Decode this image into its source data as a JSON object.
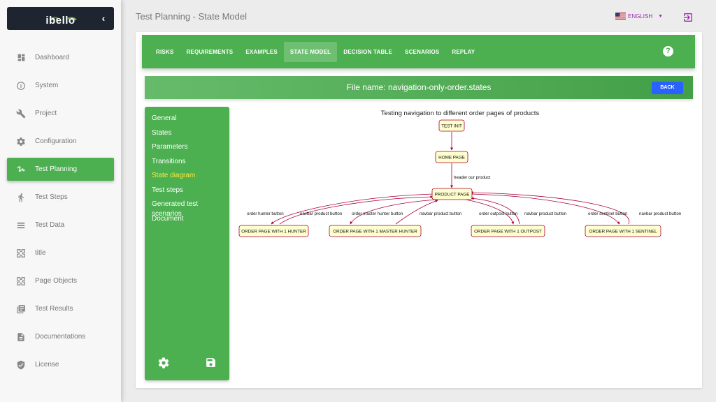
{
  "app": {
    "logo": "ibello",
    "page_title": "Test Planning - State Model",
    "language": "ENGLISH"
  },
  "sidebar": {
    "items": [
      {
        "label": "Dashboard",
        "icon": "dashboard-icon"
      },
      {
        "label": "System",
        "icon": "info-icon"
      },
      {
        "label": "Project",
        "icon": "wrench-icon"
      },
      {
        "label": "Configuration",
        "icon": "gear-icon"
      },
      {
        "label": "Test Planning",
        "icon": "gesture-icon",
        "active": true
      },
      {
        "label": "Test Steps",
        "icon": "walking-icon"
      },
      {
        "label": "Test Data",
        "icon": "list-icon"
      },
      {
        "label": "title",
        "icon": "puzzle-icon"
      },
      {
        "label": "Page Objects",
        "icon": "puzzle-icon"
      },
      {
        "label": "Test Results",
        "icon": "library-books-icon"
      },
      {
        "label": "Documentations",
        "icon": "document-icon"
      },
      {
        "label": "License",
        "icon": "shield-check-icon"
      }
    ]
  },
  "tabs": [
    {
      "label": "RISKS"
    },
    {
      "label": "REQUIREMENTS"
    },
    {
      "label": "EXAMPLES"
    },
    {
      "label": "STATE MODEL",
      "active": true
    },
    {
      "label": "DECISION TABLE"
    },
    {
      "label": "SCENARIOS"
    },
    {
      "label": "REPLAY"
    }
  ],
  "file_bar": {
    "file_name": "File name: navigation-only-order.states",
    "back_label": "BACK"
  },
  "side_menu": {
    "items": [
      {
        "label": "General"
      },
      {
        "label": "States"
      },
      {
        "label": "Parameters"
      },
      {
        "label": "Transitions"
      },
      {
        "label": "State diagram",
        "active": true
      },
      {
        "label": "Test steps"
      },
      {
        "label": "Generated test scenarios"
      },
      {
        "label": "Document"
      }
    ]
  },
  "diagram": {
    "title": "Testing navigation to different order pages of products",
    "states": {
      "test_init": "TEST INIT",
      "home_page": "HOME PAGE",
      "product_page": "PRODUCT PAGE",
      "order_hunter": "ORDER PAGE WITH 1 HUNTER",
      "order_master_hunter": "ORDER PAGE WITH 1 MASTER HUNTER",
      "order_outpost": "ORDER PAGE WITH 1 OUTPOST",
      "order_sentinel": "ORDER PAGE WITH 1 SENTINEL"
    },
    "transitions": {
      "header_our_product": "header our product",
      "order_hunter_button": "order hunter button",
      "navbar_product_button_1": "navbar product button",
      "order_master_hunter_button": "order master hunter button",
      "navbar_product_button_2": "navbar product button",
      "order_outpost_button": "order outpost button",
      "navbar_product_button_3": "navbar product button",
      "order_sentinel_button": "order sentinel button",
      "navbar_product_button_4": "navbar product button"
    },
    "colors": {
      "state_fill": "#fefece",
      "state_stroke": "#a80036",
      "edge": "#a80036"
    }
  },
  "colors": {
    "accent": "#4caf50",
    "back_button": "#2962ff",
    "language": "#9c27b0",
    "active_menu_text": "#ffeb3b"
  }
}
